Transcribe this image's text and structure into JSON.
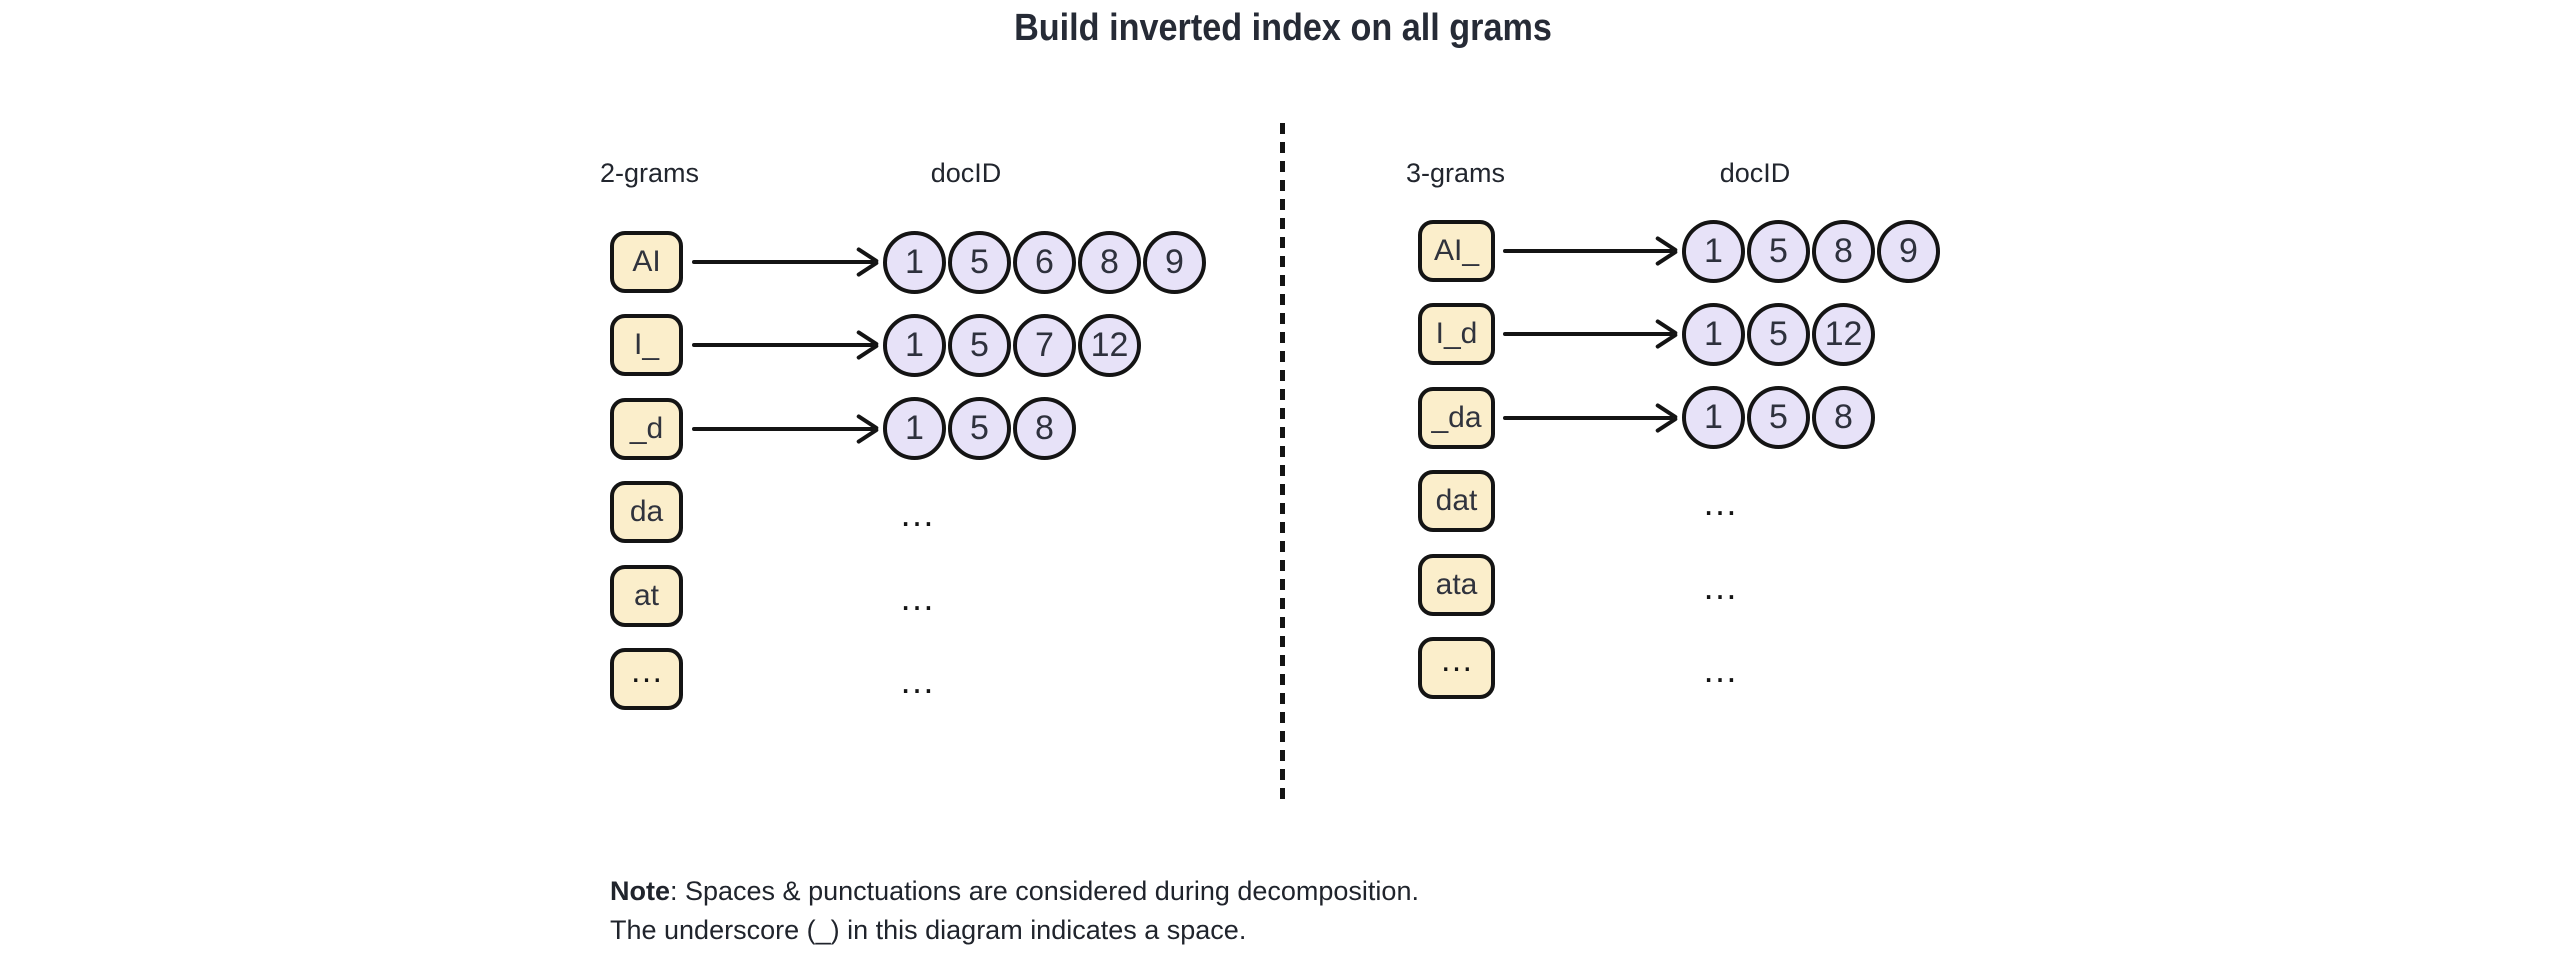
{
  "title": "Build inverted index on all grams",
  "ellipsis_char": "…",
  "panels": [
    {
      "gram_header": "2-grams",
      "docid_header": "docID",
      "rows": [
        {
          "gram": "AI",
          "doc_ids": [
            1,
            5,
            6,
            8,
            9
          ]
        },
        {
          "gram": "I_",
          "doc_ids": [
            1,
            5,
            7,
            12
          ]
        },
        {
          "gram": "_d",
          "doc_ids": [
            1,
            5,
            8
          ]
        },
        {
          "gram": "da"
        },
        {
          "gram": "at"
        },
        {
          "gram": "…"
        }
      ]
    },
    {
      "gram_header": "3-grams",
      "docid_header": "docID",
      "rows": [
        {
          "gram": "AI_",
          "doc_ids": [
            1,
            5,
            8,
            9
          ]
        },
        {
          "gram": "I_d",
          "doc_ids": [
            1,
            5,
            12
          ]
        },
        {
          "gram": "_da",
          "doc_ids": [
            1,
            5,
            8
          ]
        },
        {
          "gram": "dat"
        },
        {
          "gram": "ata"
        },
        {
          "gram": "…"
        }
      ]
    }
  ],
  "note": {
    "label": "Note",
    "line1_rest": ": Spaces & punctuations are considered during decomposition.",
    "line2": "The underscore (_) in this diagram indicates a space."
  },
  "colors": {
    "box_fill": "#FBEECB",
    "circle_fill": "#E7E2F8",
    "stroke": "#141414",
    "text": "#2E313D"
  }
}
